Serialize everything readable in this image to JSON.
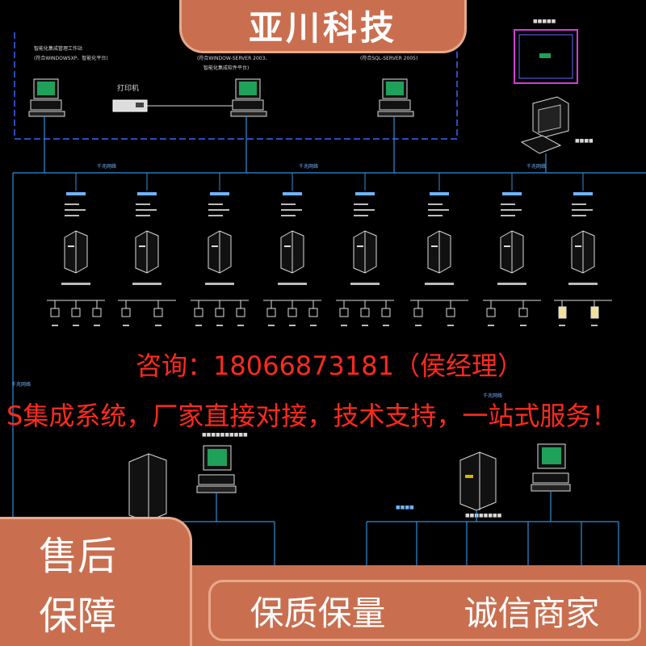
{
  "brand": {
    "title": "亚川科技"
  },
  "diagram": {
    "workstation_left_label": "智能化集成管理工作站",
    "workstation_left_sub": "(符合WINDOWSXP、智能化平台)",
    "printer_label": "打印机",
    "server_mid_sub": "(符合WINDOW-SERVER 2003、",
    "server_mid_sub2": "智能化集成软件平台)",
    "server_right_sub": "(符合SQL-SERVER 2005)",
    "network_label": "千兆网络",
    "bottom_network_left": "千兆网络",
    "bottom_network_right": "千兆网络"
  },
  "overlay": {
    "contact": "咨询：18066873181（侯经理）",
    "slogan": "S集成系统，厂家直接对接，技术支持，一站式服务！"
  },
  "badges": {
    "side_line1": "售后",
    "side_line2": "保障",
    "bottom_left": "保质保量",
    "bottom_right": "诚信商家"
  },
  "colors": {
    "frame": "#c96f50",
    "frame_border": "#e8a98a",
    "line_blue": "#2f8fd8",
    "red_text": "#ff2a1e",
    "screen_green": "#1fa15a"
  }
}
